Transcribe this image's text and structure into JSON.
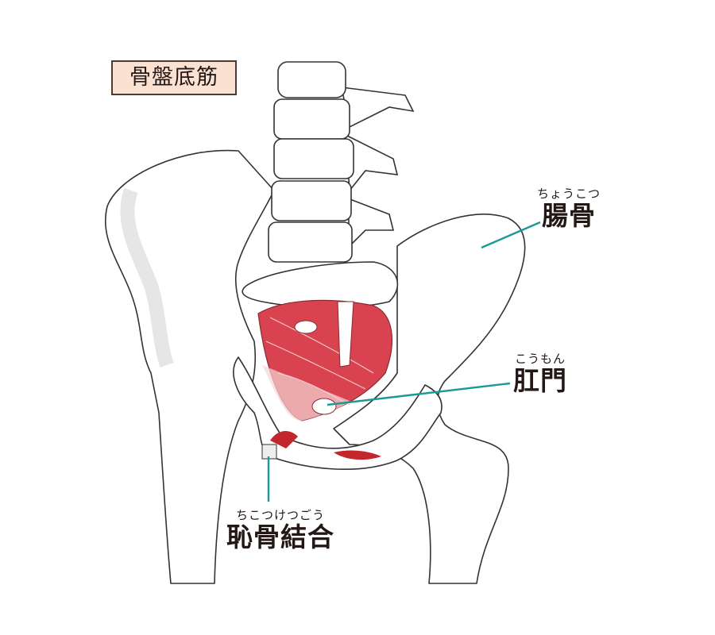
{
  "title": "骨盤底筋",
  "labels": {
    "ilium": {
      "ruby": "ちょうこつ",
      "text": "腸骨"
    },
    "anus": {
      "ruby": "こうもん",
      "text": "肛門"
    },
    "pubic_symphysis": {
      "ruby": "ちこつけつごう",
      "text": "恥骨結合"
    }
  },
  "colors": {
    "leader": "#1a9a94",
    "muscle": "#d9434f",
    "bone_shadow": "#e9e9e9",
    "title_bg": "#fbe1d2"
  }
}
